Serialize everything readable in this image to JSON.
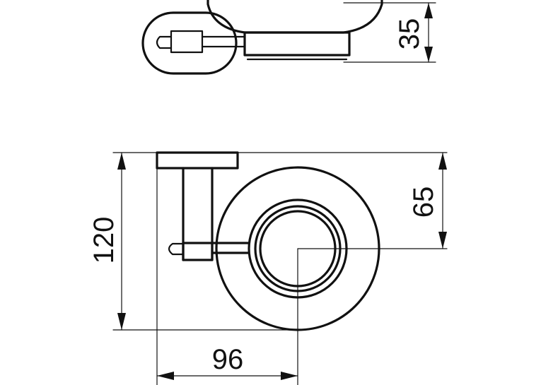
{
  "dimensions": {
    "top_height": "35",
    "bracket_height": "65",
    "total_height": "120",
    "total_width": "96"
  },
  "colors": {
    "line": "#111111",
    "background": "#ffffff"
  }
}
